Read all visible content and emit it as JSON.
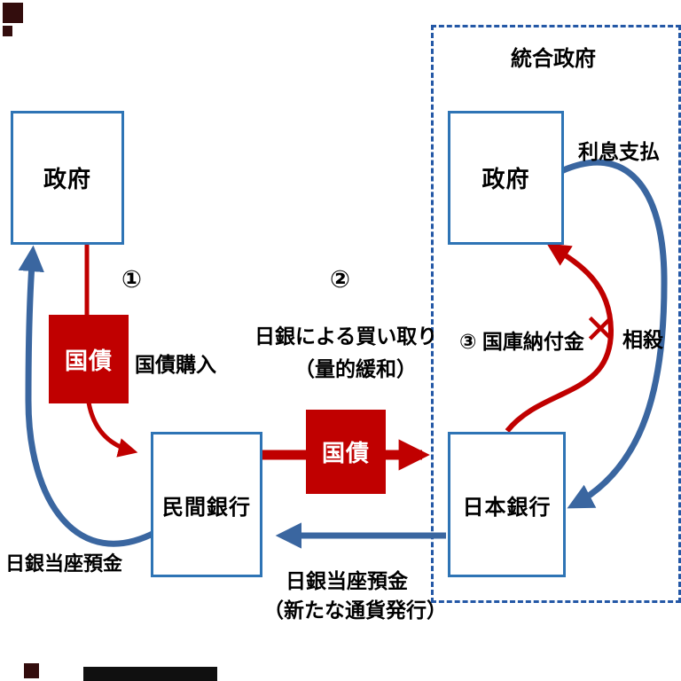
{
  "colors": {
    "red": "#c00000",
    "blue": "#3a66a0",
    "box_border": "#2e74b5",
    "dashed_border": "#2458a6"
  },
  "consolidated_government": {
    "label": "統合政府"
  },
  "boxes": {
    "government_left": {
      "label": "政府"
    },
    "government_right": {
      "label": "政府"
    },
    "private_bank": {
      "label": "民間銀行"
    },
    "bank_of_japan": {
      "label": "日本銀行"
    },
    "bond_left": {
      "label": "国債"
    },
    "bond_center": {
      "label": "国債"
    }
  },
  "annotations": {
    "step1_number": "①",
    "step1_label": "国債購入",
    "step2_number": "②",
    "step2_label": "日銀による買い取り",
    "step2_sublabel": "（量的緩和）",
    "step3_label": "③ 国庫納付金",
    "offset_mark": "✕",
    "offset_label": "相殺",
    "interest_label": "利息支払",
    "deposit_left_label": "日銀当座預金",
    "deposit_bottom_label": "日銀当座預金",
    "deposit_bottom_sublabel": "（新たな通貨発行）"
  }
}
